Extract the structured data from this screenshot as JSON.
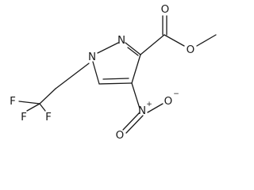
{
  "molecule": {
    "atoms": {
      "N1": "N",
      "N2": "N",
      "O_carbonyl": "O",
      "O_ester": "O",
      "N_nitro": "N",
      "N_nitro_charge": "+",
      "O_nitro_double": "O",
      "O_nitro_single": "O",
      "O_nitro_charge": "−",
      "F1": "F",
      "F2": "F",
      "F3": "F"
    }
  }
}
